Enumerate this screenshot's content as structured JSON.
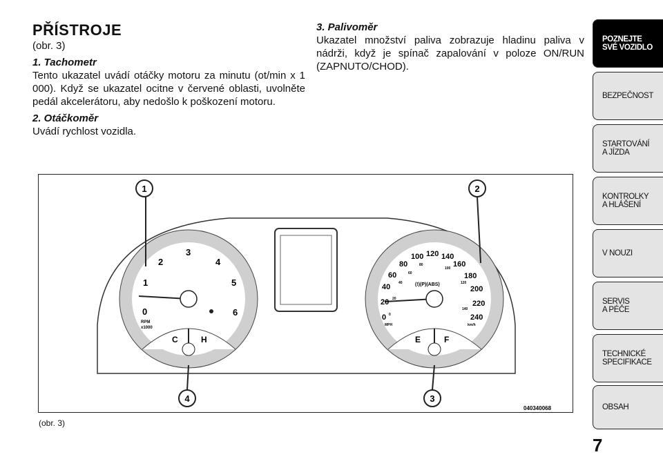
{
  "heading": "PŘÍSTROJE",
  "ref": "(obr.  3)",
  "sections": [
    {
      "title": "1. Tachometr",
      "text": "Tento ukazatel uvádí otáčky motoru za minutu (ot/min x 1 000). Když se ukazatel ocitne v červené oblasti, uvolněte pedál akcelerátoru, aby nedošlo k poškození motoru."
    },
    {
      "title": "2. Otáčkoměr",
      "text": "Uvádí rychlost vozidla."
    },
    {
      "title": "3. Palivoměr",
      "text": "Ukazatel množství paliva zobrazuje hladinu paliva v nádrži, když je spínač zapalování v poloze ON/RUN (ZAPNUTO/CHOD)."
    }
  ],
  "figure": {
    "callouts": [
      "1",
      "2",
      "3",
      "4"
    ],
    "code": "040340068",
    "caption": "(obr. 3)",
    "tach": {
      "labels": [
        "0",
        "1",
        "2",
        "3",
        "4",
        "5",
        "6"
      ],
      "unit1": "RPM",
      "unit2": "x1000"
    },
    "speedo": {
      "mph": [
        "0",
        "20",
        "40",
        "60",
        "80",
        "100",
        "120",
        "140",
        "160",
        "180",
        "200",
        "220",
        "240"
      ],
      "kmh": [
        "20",
        "40",
        "60",
        "80",
        "100",
        "120",
        "140"
      ],
      "zero_kmh": "0",
      "unit_mph": "MPH",
      "unit_kmh": "km/h",
      "indicators": "(!)(P)(ABS)"
    },
    "temp": {
      "cold": "C",
      "hot": "H"
    },
    "fuel": {
      "empty": "E",
      "full": "F"
    }
  },
  "tabs": [
    "POZNEJTE\nSVÉ VOZIDLO",
    "BEZPEČNOST",
    "STARTOVÁNÍ\nA JÍZDA",
    "KONTROLKY\nA HLÁŠENÍ",
    "V NOUZI",
    "SERVIS\nA PÉČE",
    "TECHNICKÉ\nSPECIFIKACE",
    "OBSAH"
  ],
  "page_number": "7"
}
